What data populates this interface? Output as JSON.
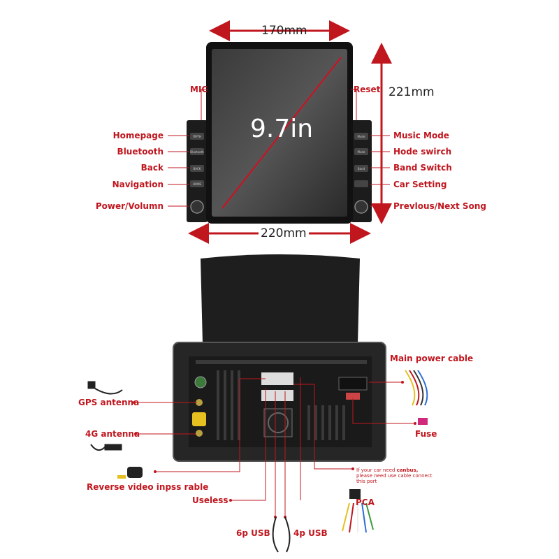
{
  "top": {
    "width_label": "170mm",
    "height_label": "221mm",
    "bottom_width_label": "220mm",
    "screen_size": "9.7in",
    "left_labels": [
      "MIC",
      "Homepage",
      "Bluetooth",
      "Back",
      "Navigation",
      "Power/Volumn"
    ],
    "right_labels": [
      "Reset",
      "Music Mode",
      "Hode swirch",
      "Band Switch",
      "Car Setting",
      "Prevlous/Next Song"
    ],
    "left_button_texts": [
      "ΠΙΡΤΗ",
      "Bluetooth",
      "BACK",
      "HOME"
    ],
    "right_button_texts": [
      "Mode",
      "Mode",
      "Band"
    ]
  },
  "bottom": {
    "left_labels": [
      "GPS antenna",
      "4G antenna",
      "Reverse video inpss rable",
      "Useless"
    ],
    "right_labels": [
      "Main power cable",
      "Fuse",
      "PCA"
    ],
    "usb_labels": [
      "6p USB",
      "4p USB"
    ],
    "canbus_note_prefix": "If your car need ",
    "canbus_note_bold": "canbus,",
    "canbus_note_rest": "please need use cable connect this port"
  },
  "colors": {
    "accent": "#c0171f",
    "device": "#2a2a2a",
    "frame": "#444444"
  }
}
